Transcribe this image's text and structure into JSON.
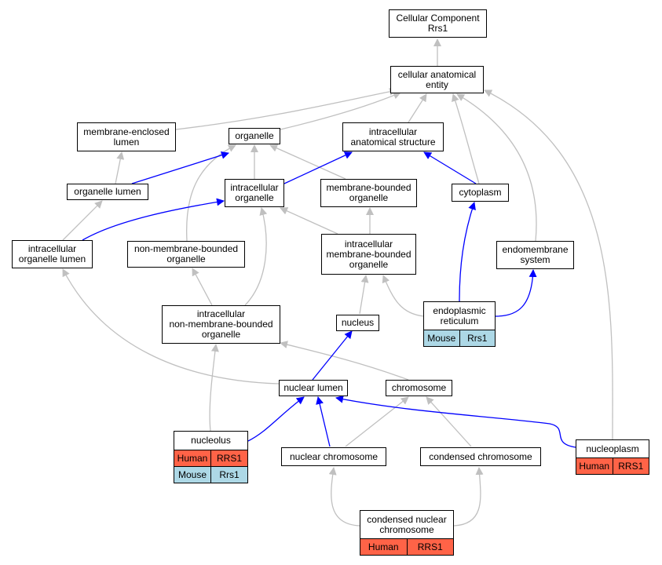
{
  "nodes": [
    {
      "id": "cc",
      "label": "Cellular Component\nRrs1"
    },
    {
      "id": "cae",
      "label": "cellular anatomical\nentity"
    },
    {
      "id": "mel",
      "label": "membrane-enclosed\nlumen"
    },
    {
      "id": "org",
      "label": "organelle"
    },
    {
      "id": "ias",
      "label": "intracellular\nanatomical structure"
    },
    {
      "id": "orgl",
      "label": "organelle lumen"
    },
    {
      "id": "io",
      "label": "intracellular\norganelle"
    },
    {
      "id": "mbo",
      "label": "membrane-bounded\norganelle"
    },
    {
      "id": "cyt",
      "label": "cytoplasm"
    },
    {
      "id": "iol",
      "label": "intracellular\norganelle lumen"
    },
    {
      "id": "nmbo",
      "label": "non-membrane-bounded\norganelle"
    },
    {
      "id": "imbo",
      "label": "intracellular\nmembrane-bounded\norganelle"
    },
    {
      "id": "ems",
      "label": "endomembrane\nsystem"
    },
    {
      "id": "inmbo",
      "label": "intracellular\nnon-membrane-bounded\norganelle"
    },
    {
      "id": "er",
      "label": "endoplasmic\nreticulum",
      "tags": [
        {
          "species": "Mouse",
          "gene": "Rrs1"
        }
      ]
    },
    {
      "id": "nuc",
      "label": "nucleus"
    },
    {
      "id": "nl",
      "label": "nuclear lumen"
    },
    {
      "id": "chr",
      "label": "chromosome"
    },
    {
      "id": "nlo",
      "label": "nucleolus",
      "tags": [
        {
          "species": "Human",
          "gene": "RRS1"
        },
        {
          "species": "Mouse",
          "gene": "Rrs1"
        }
      ]
    },
    {
      "id": "nchr",
      "label": "nuclear chromosome"
    },
    {
      "id": "cchr",
      "label": "condensed chromosome"
    },
    {
      "id": "np",
      "label": "nucleoplasm",
      "tags": [
        {
          "species": "Human",
          "gene": "RRS1"
        }
      ]
    },
    {
      "id": "cnc",
      "label": "condensed nuclear\nchromosome",
      "tags": [
        {
          "species": "Human",
          "gene": "RRS1"
        }
      ]
    }
  ],
  "colors": {
    "human": "#ff6347",
    "mouse": "#add8e6",
    "edge_gray": "#c0c0c0",
    "edge_blue": "#0000ff"
  }
}
